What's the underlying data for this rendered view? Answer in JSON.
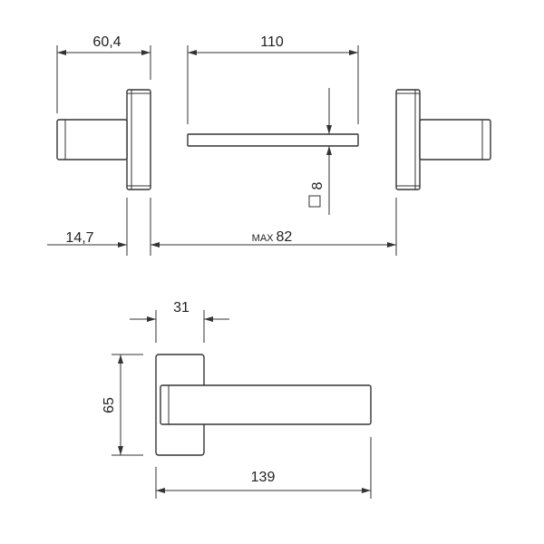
{
  "dimensions": {
    "top_width": "60,4",
    "spindle_length": "110",
    "spindle_square": "8",
    "spindle_square_symbol": "□",
    "rose_offset": "14,7",
    "door_thickness_prefix": "MAX",
    "door_thickness": "82",
    "rose_width": "31",
    "rose_height": "65",
    "lever_length": "139"
  },
  "colors": {
    "line": "#333333",
    "background": "#ffffff"
  }
}
